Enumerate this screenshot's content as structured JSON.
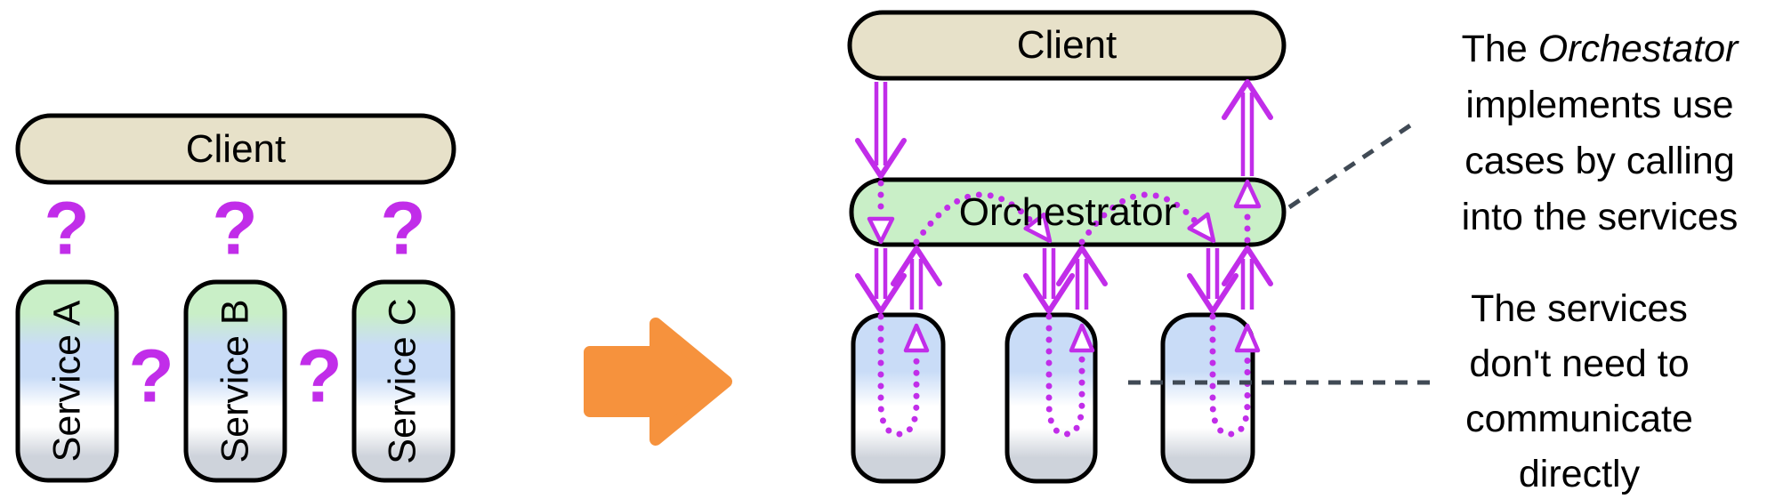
{
  "left_diagram": {
    "client_label": "Client",
    "services": [
      {
        "label": "Service A"
      },
      {
        "label": "Service B"
      },
      {
        "label": "Service C"
      }
    ],
    "question_mark": "?"
  },
  "right_diagram": {
    "client_label": "Client",
    "orchestrator_label": "Orchestrator"
  },
  "annotations": {
    "orchestrator_note": {
      "line1_prefix": "The ",
      "line1_italic": "Orchestator",
      "line2": "implements use",
      "line3": "cases by calling",
      "line4": "into the services"
    },
    "services_note": {
      "line1": "The services",
      "line2": "don't need to",
      "line3": "communicate",
      "line4": "directly"
    }
  },
  "colors": {
    "tan": "#e7e1c9",
    "green": "#c9efc7",
    "service-blue": "#c9dcf7",
    "service-gray": "#ced3db",
    "magenta": "#c12de9",
    "orange": "#f6923d",
    "dash": "#404a55",
    "line": "#000000"
  }
}
